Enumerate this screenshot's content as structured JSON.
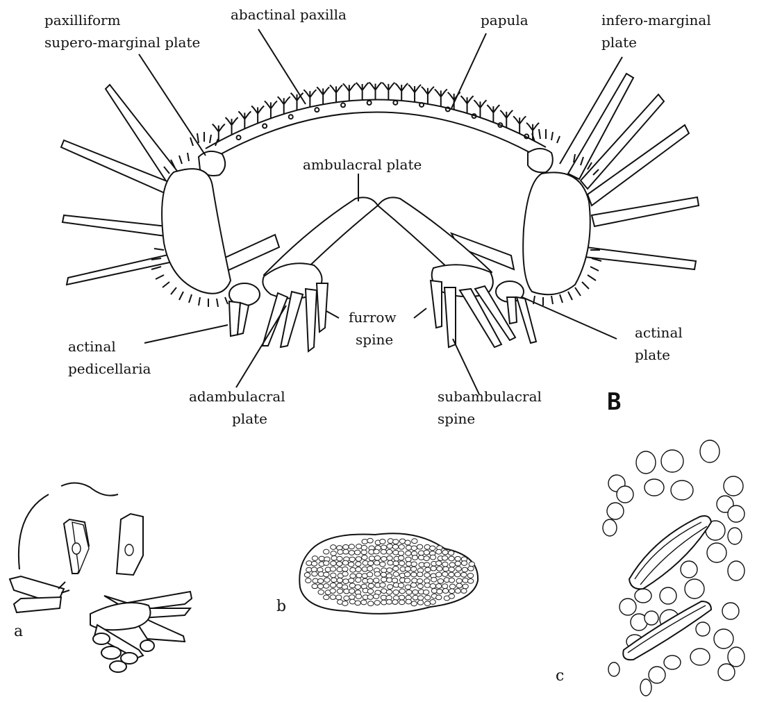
{
  "labels": {
    "paxilliform_1": "paxilliform",
    "paxilliform_2": "supero-marginal plate",
    "abactinal_paxilla": "abactinal paxilla",
    "papula": "papula",
    "infero_marginal_1": "infero-marginal",
    "infero_marginal_2": "plate",
    "ambulacral_plate": "ambulacral plate",
    "furrow_spine_1": "furrow",
    "furrow_spine_2": "spine",
    "actinal_plate_1": "actinal",
    "actinal_plate_2": "plate",
    "actinal_pedicellaria_1": "actinal",
    "actinal_pedicellaria_2": "pedicellaria",
    "adambulacral_plate_1": "adambulacral",
    "adambulacral_plate_2": "plate",
    "subambulacral_spine_1": "subambulacral",
    "subambulacral_spine_2": "spine"
  },
  "panel_labels": {
    "main": "B",
    "a": "a",
    "b": "b",
    "c": "c"
  }
}
